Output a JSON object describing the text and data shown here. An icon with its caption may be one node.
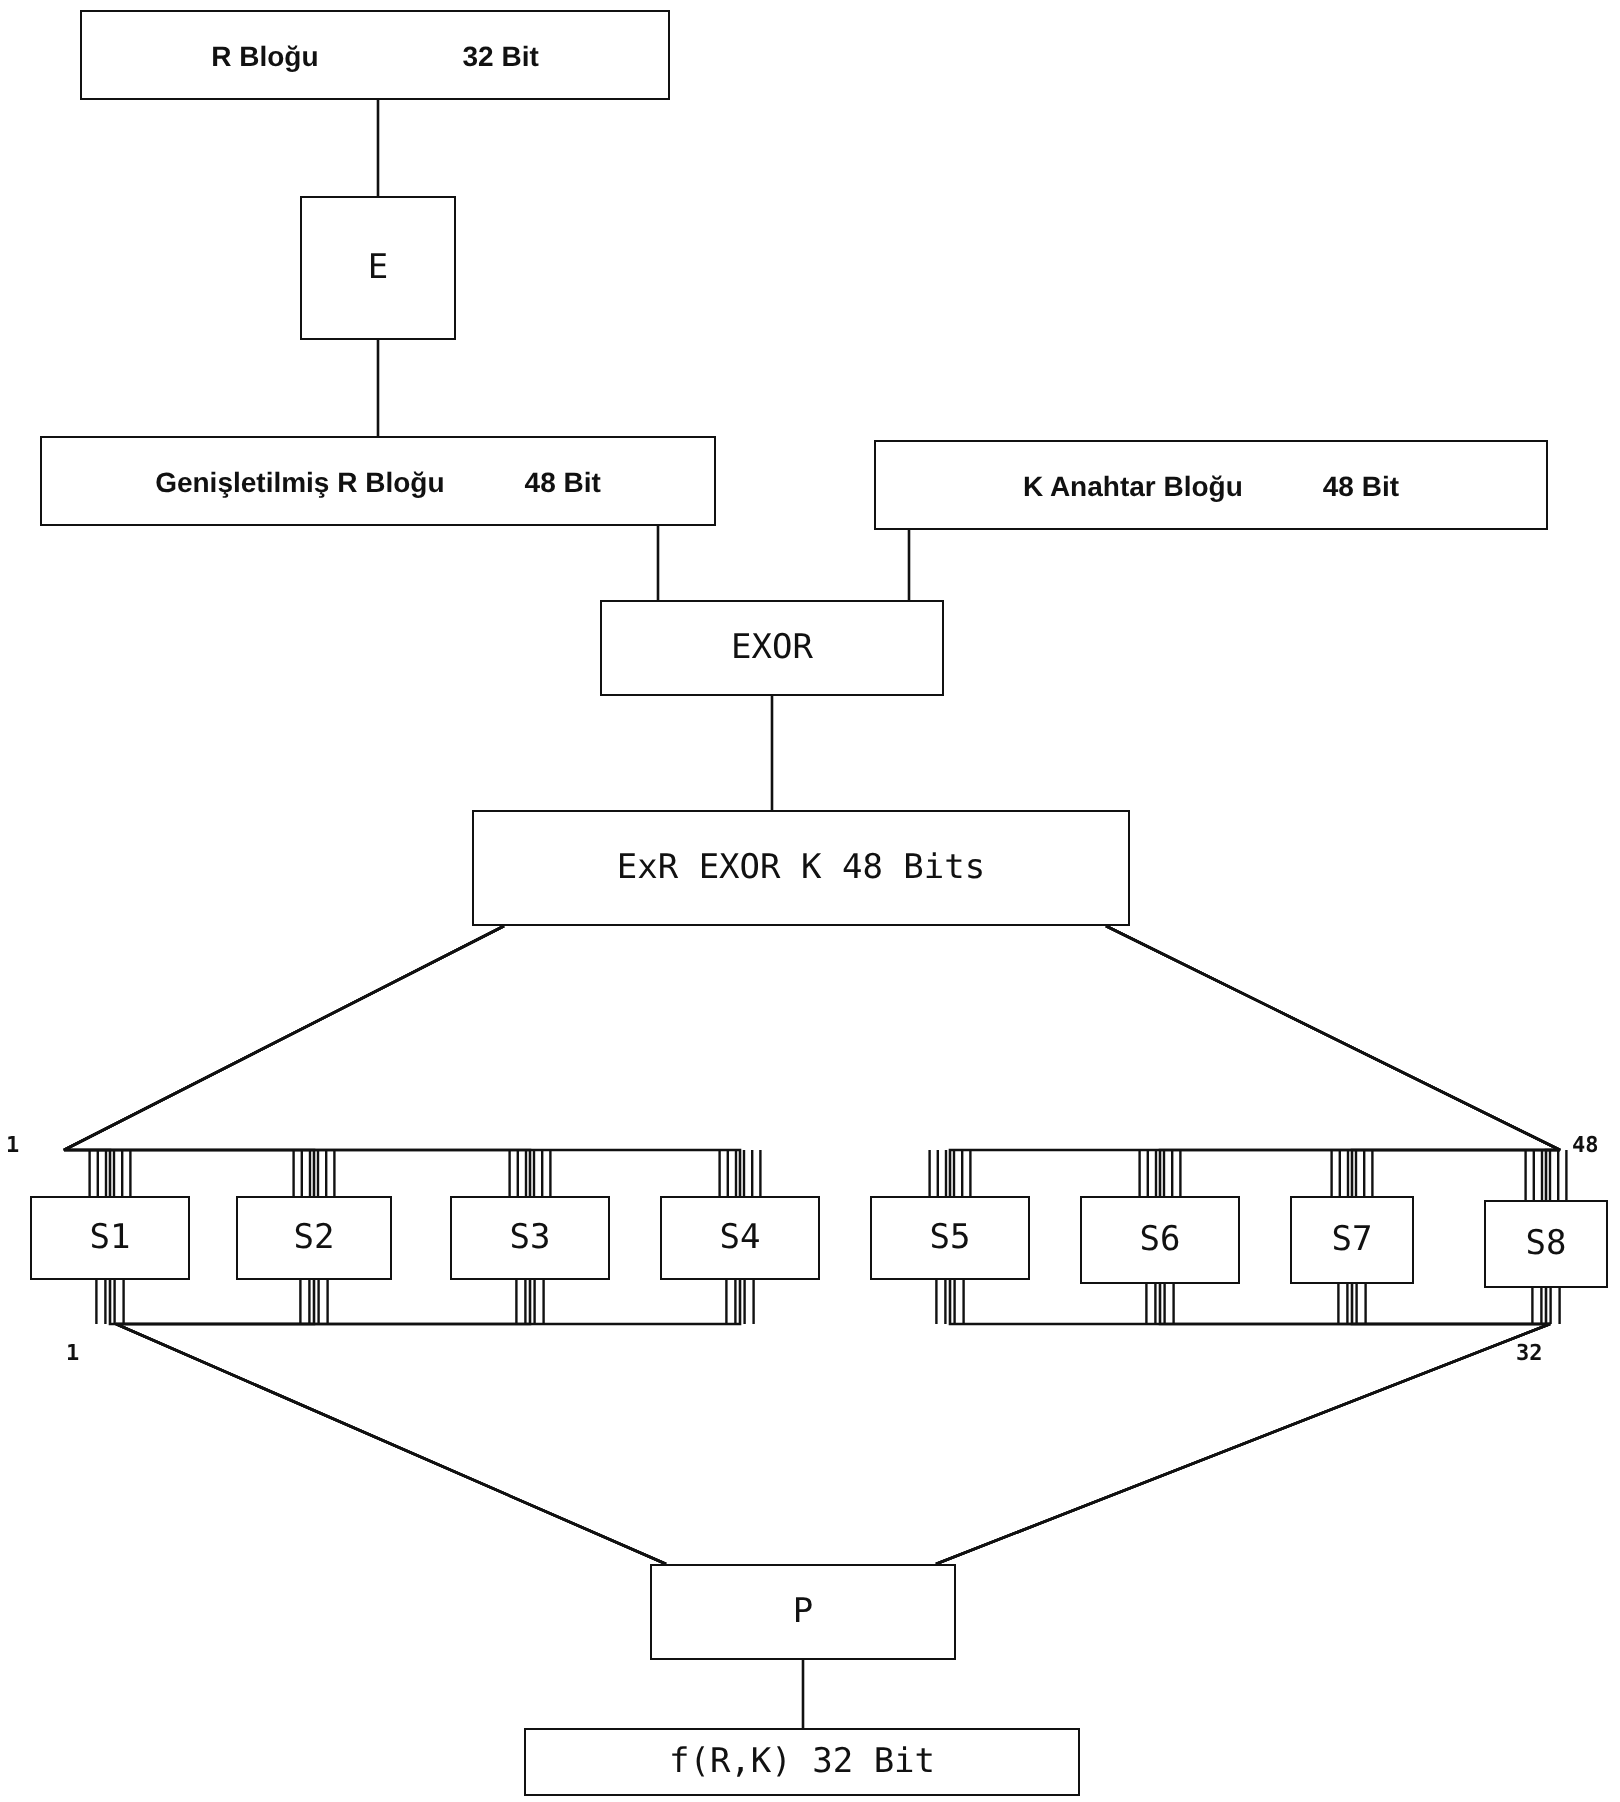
{
  "diagram": {
    "nodes": [
      {
        "text": [
          "R Bloğu",
          "32 Bit"
        ]
      },
      {
        "text": [
          "E"
        ]
      },
      {
        "text": [
          "Genişletilmiş R Bloğu",
          "48 Bit"
        ]
      },
      {
        "text": [
          "K Anahtar Bloğu",
          "48 Bit"
        ]
      },
      {
        "text": [
          "EXOR"
        ]
      },
      {
        "text": [
          "ExR EXOR K 48 Bits"
        ]
      },
      {
        "text": [
          "S1"
        ]
      },
      {
        "text": [
          "S2"
        ]
      },
      {
        "text": [
          "S3"
        ]
      },
      {
        "text": [
          "S4"
        ]
      },
      {
        "text": [
          "S5"
        ]
      },
      {
        "text": [
          "S6"
        ]
      },
      {
        "text": [
          "S7"
        ]
      },
      {
        "text": [
          "S8"
        ]
      },
      {
        "text": [
          "P"
        ]
      },
      {
        "text": [
          "f(R,K) 32 Bit"
        ]
      }
    ],
    "edges": [
      {
        "from": 0,
        "to": 1,
        "arrow": "none"
      },
      {
        "from": 1,
        "to": 2,
        "arrow": "none"
      },
      {
        "from": 2,
        "to": 4,
        "arrow": "none"
      },
      {
        "from": 3,
        "to": 4,
        "arrow": "none"
      },
      {
        "from": 4,
        "to": 5,
        "arrow": "none"
      },
      {
        "from": 5,
        "to": 6,
        "arrow": "none"
      },
      {
        "from": 5,
        "to": 7,
        "arrow": "none"
      },
      {
        "from": 5,
        "to": 8,
        "arrow": "none"
      },
      {
        "from": 5,
        "to": 9,
        "arrow": "none"
      },
      {
        "from": 5,
        "to": 10,
        "arrow": "none"
      },
      {
        "from": 5,
        "to": 11,
        "arrow": "none"
      },
      {
        "from": 5,
        "to": 12,
        "arrow": "none"
      },
      {
        "from": 5,
        "to": 13,
        "arrow": "none"
      },
      {
        "from": 6,
        "to": 14,
        "arrow": "none"
      },
      {
        "from": 7,
        "to": 14,
        "arrow": "none"
      },
      {
        "from": 8,
        "to": 14,
        "arrow": "none"
      },
      {
        "from": 9,
        "to": 14,
        "arrow": "none"
      },
      {
        "from": 10,
        "to": 14,
        "arrow": "none"
      },
      {
        "from": 11,
        "to": 14,
        "arrow": "none"
      },
      {
        "from": 12,
        "to": 14,
        "arrow": "none"
      },
      {
        "from": 13,
        "to": 14,
        "arrow": "none"
      },
      {
        "from": 14,
        "to": 15,
        "arrow": "none"
      }
    ],
    "labels": [
      "1",
      "48",
      "1",
      "32"
    ]
  }
}
